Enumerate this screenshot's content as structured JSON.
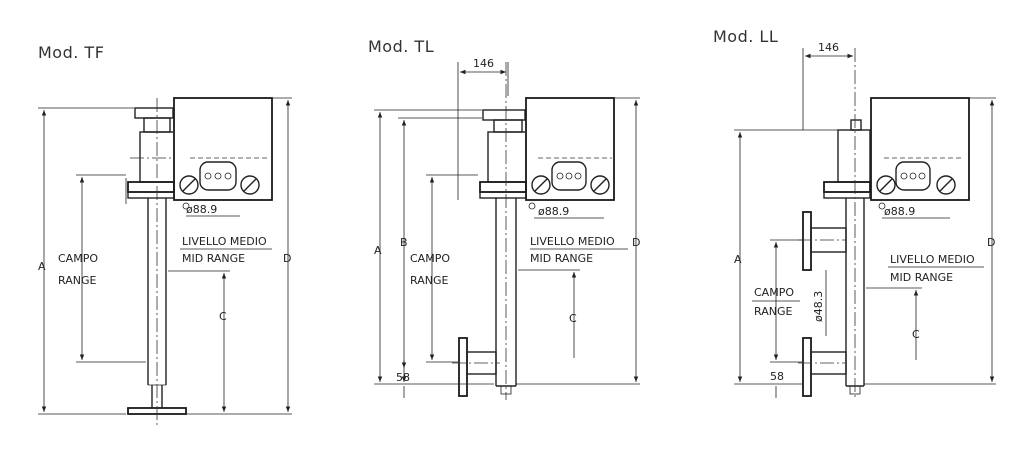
{
  "models": [
    {
      "title": "Mod. TF",
      "labels": {
        "A": "A",
        "C": "C",
        "D": "D",
        "campo": "CAMPO",
        "range": "RANGE",
        "diam": "ø88.9",
        "livello": "LIVELLO MEDIO",
        "mid": "MID RANGE"
      }
    },
    {
      "title": "Mod. TL",
      "labels": {
        "dim146": "146",
        "A": "A",
        "B": "B",
        "C": "C",
        "D": "D",
        "campo": "CAMPO",
        "range": "RANGE",
        "diam": "ø88.9",
        "livello": "LIVELLO MEDIO",
        "mid": "MID RANGE",
        "dim58": "58"
      }
    },
    {
      "title": "Mod. LL",
      "labels": {
        "dim146": "146",
        "A": "A",
        "C": "C",
        "D": "D",
        "campo": "CAMPO",
        "range": "RANGE",
        "diam": "ø88.9",
        "diam2": "ø48.3",
        "livello": "LIVELLO MEDIO",
        "mid": "MID RANGE",
        "dim58": "58"
      }
    }
  ],
  "colors": {
    "line": "#222222",
    "background": "#ffffff"
  }
}
